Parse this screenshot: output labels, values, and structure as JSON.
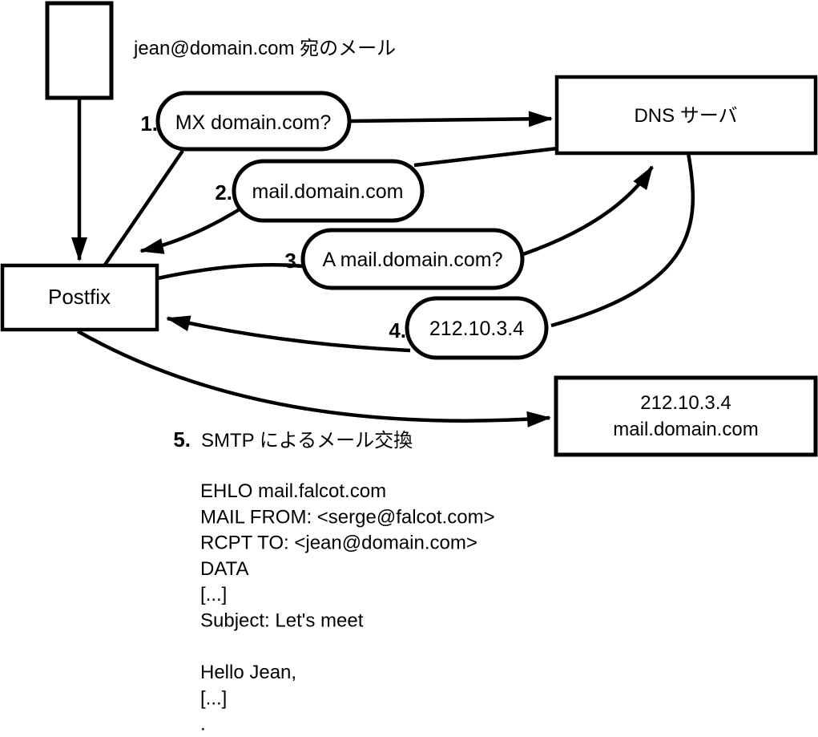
{
  "labels": {
    "mail_to": "jean@domain.com 宛のメール"
  },
  "nodes": {
    "postfix": "Postfix",
    "dns_server": "DNS サーバ",
    "mail_server": {
      "line1": "212.10.3.4",
      "line2": "mail.domain.com"
    }
  },
  "steps": [
    {
      "num": "1.",
      "label": "MX domain.com?"
    },
    {
      "num": "2.",
      "label": "mail.domain.com"
    },
    {
      "num": "3.",
      "label": "A mail.domain.com?"
    },
    {
      "num": "4.",
      "label": "212.10.3.4"
    },
    {
      "num": "5.",
      "label": "SMTP によるメール交換"
    }
  ],
  "smtp_session": {
    "lines": [
      "EHLO mail.falcot.com",
      "MAIL FROM: <serge@falcot.com>",
      "RCPT TO: <jean@domain.com>",
      "DATA",
      "[...]",
      "Subject: Let's meet",
      "",
      "Hello Jean,",
      "[...]",
      "."
    ]
  },
  "colors": {
    "ink": "#000000",
    "background": "#ffffff"
  }
}
